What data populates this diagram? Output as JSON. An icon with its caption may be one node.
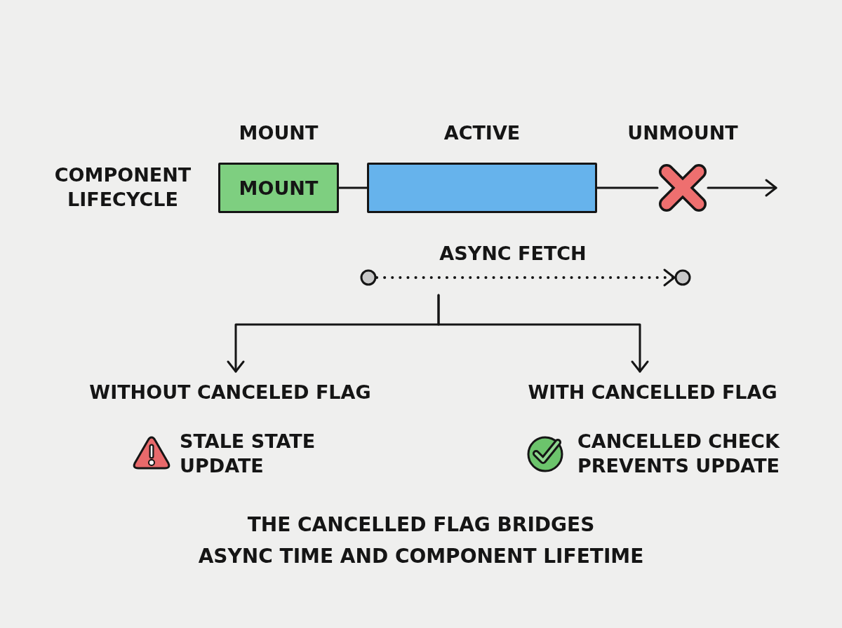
{
  "diagram": {
    "caption": "THE CANCELLED FLAG BRIDGES ASYNC TIME AND COMPONENT LIFETIME",
    "nodes": [
      {
        "text": [
          "MOUNT",
          "MOUNT"
        ]
      },
      {
        "text": [
          "ACTIVE"
        ]
      },
      {
        "text": [
          "UNMOUNT"
        ]
      },
      {
        "text": [],
        "shape": "circle"
      },
      {
        "text": [],
        "shape": "circle"
      },
      {
        "text": [
          "WITHOUT CANCELED FLAG",
          "STALE STATE UPDATE"
        ]
      },
      {
        "text": [
          "WITH CANCELLED FLAG",
          "CANCELLED CHECK PREVENTS UPDATE"
        ]
      }
    ],
    "edges": [
      {
        "from": 0,
        "to": 1,
        "arrow": "none"
      },
      {
        "from": 1,
        "to": 2,
        "arrow": "none"
      },
      {
        "from": 2,
        "to": null,
        "arrow": "to"
      },
      {
        "from": 3,
        "to": 4,
        "arrow": "to",
        "label": "ASYNC FETCH",
        "style": "dashed"
      },
      {
        "from": null,
        "to": 5,
        "arrow": "to"
      },
      {
        "from": null,
        "to": 6,
        "arrow": "to"
      }
    ],
    "labels": [
      "COMPONENT LIFECYCLE"
    ]
  }
}
